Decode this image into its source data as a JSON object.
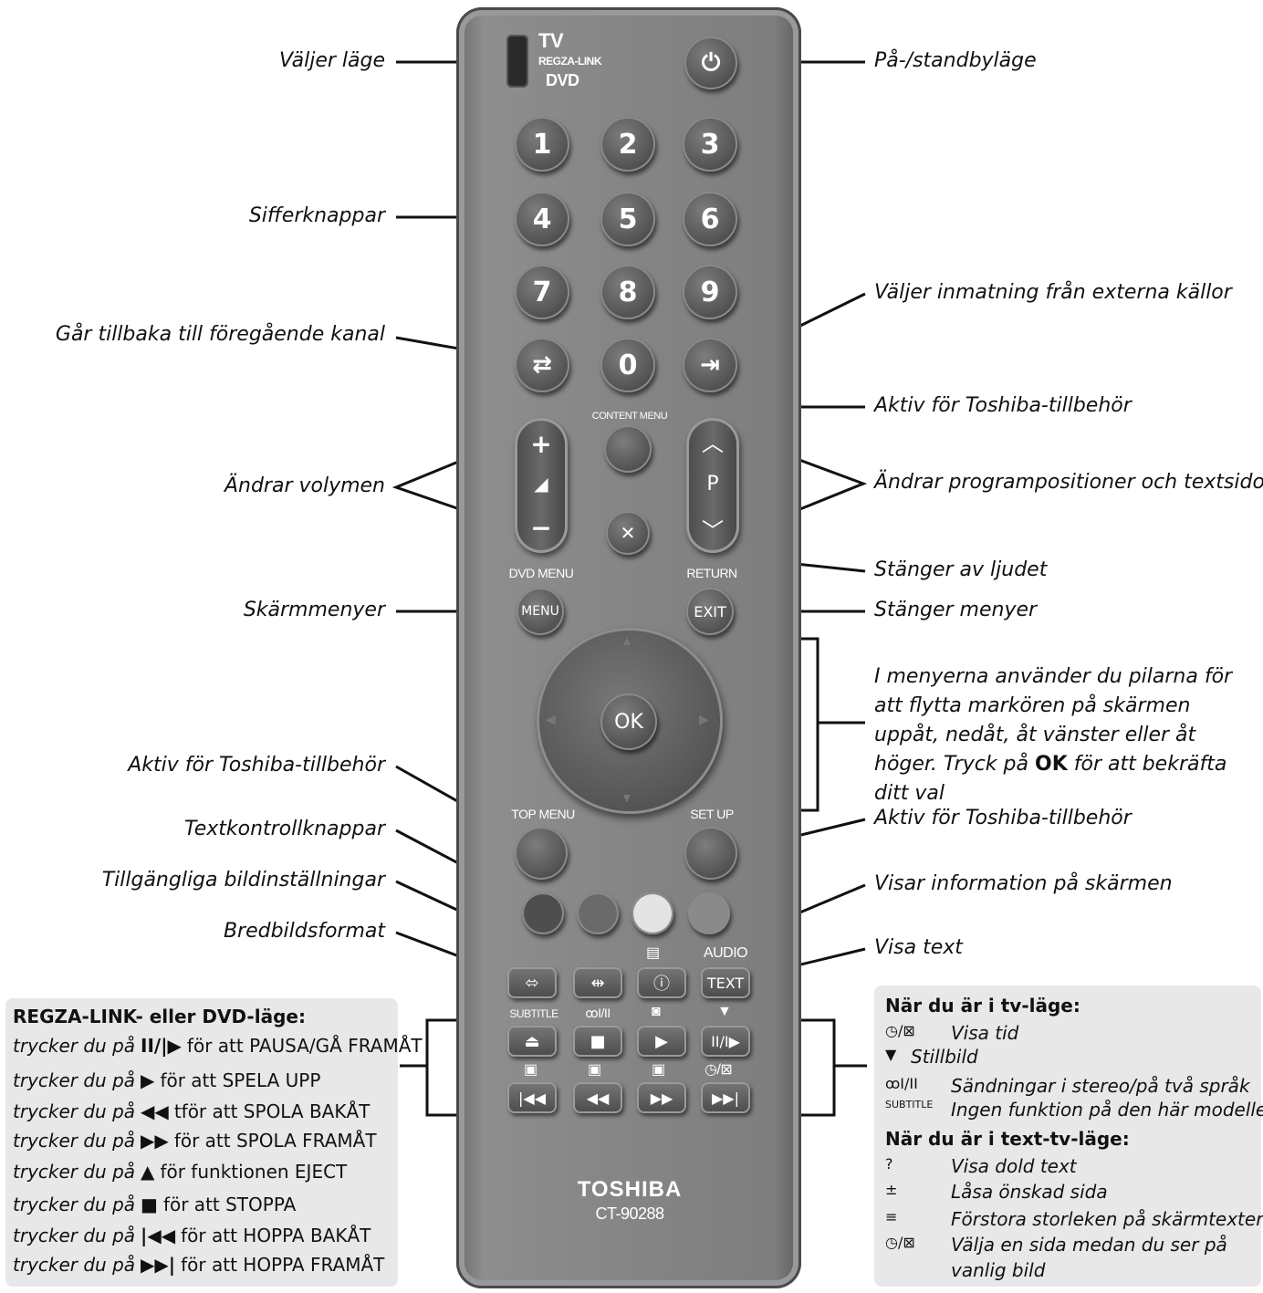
{
  "colors": {
    "remote_body": "#858585",
    "button": "#5a5a5a",
    "box_bg": "#e8e8e8",
    "text": "#111111"
  },
  "left_labels": {
    "mode": "Väljer läge",
    "digits": "Sifferknappar",
    "prev_channel": "Går tillbaka till föregående kanal",
    "volume": "Ändrar volymen",
    "menus": "Skärmmenyer",
    "toshiba": "Aktiv för Toshiba-tillbehör",
    "text_ctrl": "Textkontrollknappar",
    "picture": "Tillgängliga bildinställningar",
    "widescreen": "Bredbildsformat"
  },
  "right_labels": {
    "standby": "På-/standbyläge",
    "input": "Väljer inmatning från externa källor",
    "toshiba1": "Aktiv för Toshiba-tillbehör",
    "program": "Ändrar programpositioner och textsidor",
    "mute": "Stänger av ljudet",
    "close_menus": "Stänger menyer",
    "arrows": "I menyerna använder du pilarna för att flytta markören på skärmen uppåt, nedåt, åt vänster eller åt höger. Tryck på",
    "arrows_ok": "OK",
    "arrows_end": "för att bekräfta ditt val",
    "toshiba2": "Aktiv för Toshiba-tillbehör",
    "info": "Visar information på skärmen",
    "text": "Visa text"
  },
  "remote": {
    "mode_tv": "TV",
    "mode_regza": "REGZA-LINK",
    "mode_dvd": "DVD",
    "digits": [
      "1",
      "2",
      "3",
      "4",
      "5",
      "6",
      "7",
      "8",
      "9",
      "0"
    ],
    "content_menu": "CONTENT MENU",
    "p_label": "P",
    "dvd_menu": "DVD MENU",
    "return": "RETURN",
    "menu": "MENU",
    "exit": "EXIT",
    "ok": "OK",
    "top_menu": "TOP MENU",
    "set_up": "SET UP",
    "audio": "AUDIO",
    "text_btn": "TEXT",
    "subtitle": "SUBTITLE",
    "stereo": "ꝏI/II",
    "brand": "TOSHIBA",
    "model": "CT-90288",
    "color_buttons": [
      "#4e4e4e",
      "#6a6a6a",
      "#e4e4e4",
      "#8a8a8a"
    ]
  },
  "left_box": {
    "title": "REGZA-LINK- eller DVD-läge:",
    "rows": [
      {
        "pre": "trycker du på",
        "sym": "II/|▶",
        "text": "för att PAUSA/GÅ FRAMÅT"
      },
      {
        "pre": "trycker du på",
        "sym": "▶",
        "text": "för att SPELA UPP"
      },
      {
        "pre": "trycker du på",
        "sym": "◀◀",
        "text": "tför att SPOLA BAKÅT"
      },
      {
        "pre": "trycker du på",
        "sym": "▶▶",
        "text": "för att SPOLA FRAMÅT"
      },
      {
        "pre": "trycker du på",
        "sym": "▲",
        "text": "för funktionen EJECT"
      },
      {
        "pre": "trycker du på",
        "sym": "■",
        "text": "för att STOPPA"
      },
      {
        "pre": "trycker du på",
        "sym": "|◀◀",
        "text": "för att HOPPA BAKÅT"
      },
      {
        "pre": "trycker du på",
        "sym": "▶▶|",
        "text": "för att HOPPA FRAMÅT"
      }
    ]
  },
  "right_box": {
    "title_tv": "När du är i tv-läge:",
    "tv_rows": [
      {
        "sym": "◷/⊠",
        "text": "Visa tid"
      },
      {
        "sym": "▼",
        "text": "Stillbild"
      },
      {
        "sym": "ꝏI/II",
        "text": "Sändningar i stereo/på två språk"
      },
      {
        "sym": "SUBTITLE",
        "text": "Ingen funktion på den här modellen"
      }
    ],
    "title_text": "När du är i text-tv-läge:",
    "text_rows": [
      {
        "sym": "?",
        "text": "Visa dold text"
      },
      {
        "sym": "±",
        "text": "Låsa önskad sida"
      },
      {
        "sym": "≡",
        "text": "Förstora storleken på skärmtexten"
      },
      {
        "sym": "◷/⊠",
        "text": "Välja en sida medan du ser på"
      },
      {
        "sym": "",
        "text": "vanlig bild"
      }
    ]
  }
}
